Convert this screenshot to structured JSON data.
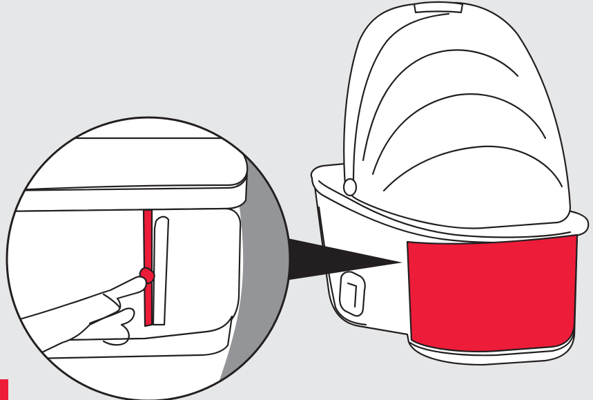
{
  "figure": {
    "kind": "assembly-instruction-illustration",
    "caption": "",
    "colors": {
      "background": "#e6e7e8",
      "accent": "#ed1c39",
      "outline": "#231f20",
      "body": "#ffffff",
      "magnifier_shadow": "#939598",
      "pointer": "#231f20"
    },
    "parts": {
      "main_view": "carrycot-with-hood",
      "highlight": "side-fabric-panel",
      "detail_view": "zip-pull-detail",
      "hand": "hand-pulling-zip"
    }
  }
}
